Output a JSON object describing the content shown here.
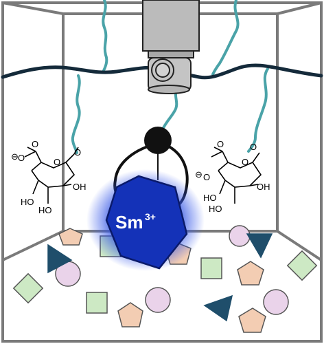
{
  "metal_ion": {
    "symbol": "Sm",
    "charge": "3+"
  },
  "sugar_left": {
    "carboxylate": "O",
    "oxygen_minus": "⊖",
    "ring_O": "O",
    "oh1": "OH",
    "oh2": "HO",
    "oh3": "OH",
    "linker_O": "O"
  },
  "sugar_right": {
    "carboxylate": "O",
    "oxygen_minus": "⊖",
    "ring_O": "O",
    "oh1": "OH",
    "oh2": "HO",
    "oh3": "OH",
    "linker_O": "O"
  },
  "colors": {
    "frame": "#7a7a7a",
    "polymer": "#142a3a",
    "linker": "#4aa3a8",
    "ion_glow": "#1d3fd6",
    "ion_fill": "#1432b8",
    "square": "#cde9c4",
    "circle": "#ead3ea",
    "pentagon": "#f3cdb3",
    "triangle": "#1f4e6b"
  }
}
